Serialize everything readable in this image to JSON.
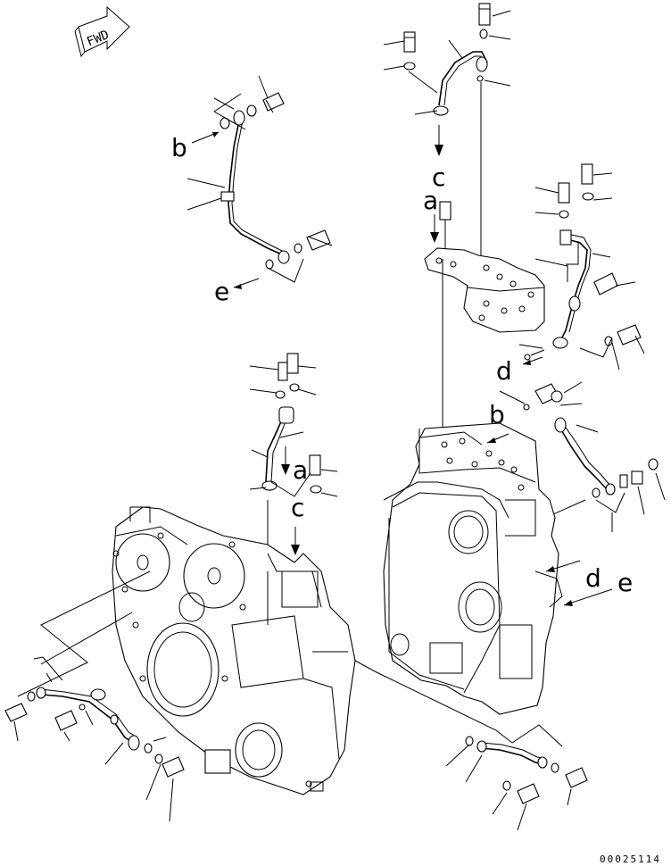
{
  "fwd_text": "FWD",
  "part_number": "00025114",
  "labels": {
    "a1": "a",
    "a2": "a",
    "b1": "b",
    "b2": "b",
    "c1": "c",
    "c2": "c",
    "d1": "d",
    "d2": "d",
    "e1": "e",
    "e2": "e"
  },
  "arrow_icon": "forward-arrow-icon"
}
